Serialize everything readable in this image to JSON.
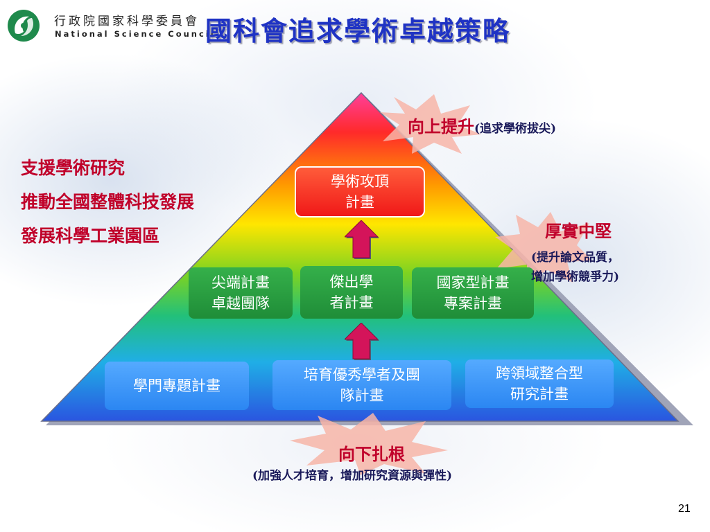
{
  "header": {
    "org_name_zh": "行政院國家科學委員會",
    "org_name_en": "National Science Council",
    "title": "國科會追求學術卓越策略"
  },
  "left_list": {
    "items": [
      "支援學術研究",
      "推動全國整體科技發展",
      "發展科學工業園區"
    ]
  },
  "pyramid": {
    "top_box": "學術攻頂\n計畫",
    "middle_boxes": [
      "尖端計畫\n卓越團隊",
      "傑出學\n者計畫",
      "國家型計畫\n專案計畫"
    ],
    "bottom_boxes": [
      "學門專題計畫",
      "培育優秀學者及團\n隊計畫",
      "跨領域整合型\n研究計畫"
    ]
  },
  "labels": {
    "top_main": "向上提升",
    "top_sub": "(追求學術拔尖)",
    "middle_main": "厚實中堅",
    "middle_sub": "(提升論文品質，\n增加學術競爭力)",
    "bottom_main": "向下扎根",
    "bottom_sub": "(加強人才培育，增加研究資源與彈性)"
  },
  "colors": {
    "title": "#1f33c4",
    "accent_red": "#c0002a",
    "sub_text": "#1a1a5a",
    "box_red": "#f01818",
    "box_green": "#1f8d38",
    "box_blue": "#2b86f2"
  },
  "page_number": "21"
}
